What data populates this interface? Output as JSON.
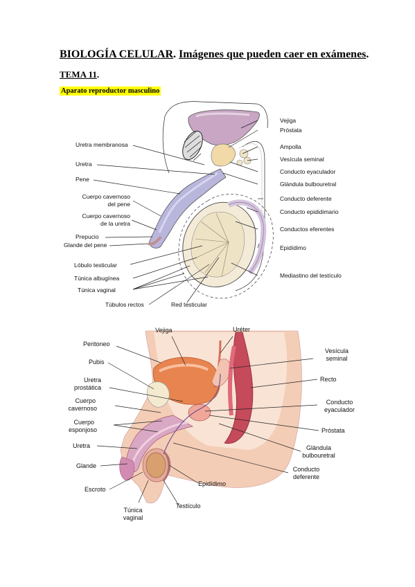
{
  "header": {
    "title_bold": "BIOLOGÍA CELULAR",
    "title_rest": "Imágenes que pueden caer en exámenes",
    "tema": "TEMA 11"
  },
  "section_label": "Aparato reproductor masculino",
  "figure1": {
    "labels_right": [
      "Vejiga",
      "Próstata",
      "Ampolla",
      "Vesícula seminal",
      "Conducto eyaculador",
      "Glándula bulbouretral",
      "Conducto deferente",
      "Conducto epididimario",
      "Conductos eferentes",
      "Epidídimo",
      "Mediastino del testículo"
    ],
    "labels_left": [
      "Uretra membranosa",
      "Uretra",
      "Pene",
      "Cuerpo cavernoso",
      "del pene",
      "Cuerpo cavernoso",
      "de la uretra",
      "Prepucio",
      "Glande del pene",
      "Lóbulo testicular",
      "Túnica albugínea",
      "Túnica vaginal"
    ],
    "labels_bottom": [
      "Túbulos rectos",
      "Red testicular"
    ]
  },
  "figure2": {
    "labels_top": [
      "Vejiga",
      "Uréter"
    ],
    "labels_left": [
      "Peritoneo",
      "Pubis",
      "Uretra",
      "prostática",
      "Cuerpo",
      "cavernoso",
      "Cuerpo",
      "esponjoso",
      "Uretra",
      "Glande",
      "Escroto",
      "Túnica",
      "vaginal",
      "Testículo",
      "Epidídimo"
    ],
    "labels_right": [
      "Vesícula",
      "seminal",
      "Recto",
      "Conducto",
      "eyaculador",
      "Próstata",
      "Glándula",
      "bulbouretral",
      "Conducto",
      "deferente"
    ]
  },
  "colors": {
    "highlight": "#ffff00",
    "tissue": "#e8a07a",
    "bladder": "#c8a6c4",
    "penis": "#b9b6dc"
  }
}
